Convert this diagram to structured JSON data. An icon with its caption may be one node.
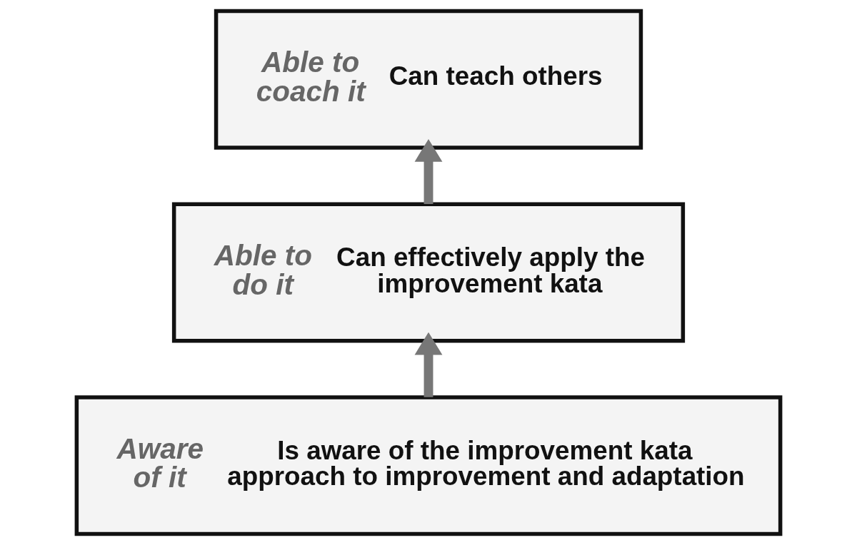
{
  "diagram": {
    "nodes": [
      {
        "text": [
          "Able to coach it",
          "Can teach others"
        ]
      },
      {
        "text": [
          "Able to do it",
          "Can effectively apply the improvement kata"
        ]
      },
      {
        "text": [
          "Aware of it",
          "Is aware of the improvement kata approach to improvement and adaptation"
        ]
      }
    ],
    "edges": [
      {
        "from": 2,
        "to": 1,
        "arrow": "to"
      },
      {
        "from": 1,
        "to": 0,
        "arrow": "to"
      }
    ]
  }
}
